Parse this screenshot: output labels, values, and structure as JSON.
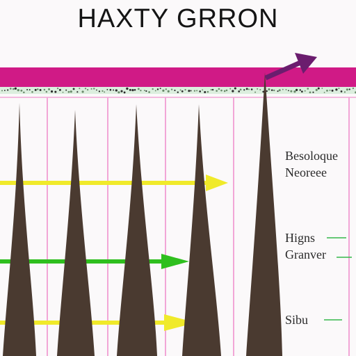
{
  "title": "HAXTY GRRON",
  "legend": {
    "group_top": [
      "Besoloque",
      "Neoreee"
    ],
    "group_mid": [
      "Higns",
      "Granver"
    ],
    "group_bottom": [
      "Sibu"
    ]
  },
  "colors": {
    "background": "#fbf9fa",
    "top_bar": "#d01a86",
    "grid_line": "#f2a6d6",
    "spike_fill": "#4a3a30",
    "yellow_arrow": "#f0ea2a",
    "green_arrow": "#2fbf1e",
    "purple_arrow": "#6b1d6e",
    "legend_line": "#35b84a"
  },
  "icons": [
    "arrow-right-icon",
    "arrow-up-right-icon"
  ]
}
